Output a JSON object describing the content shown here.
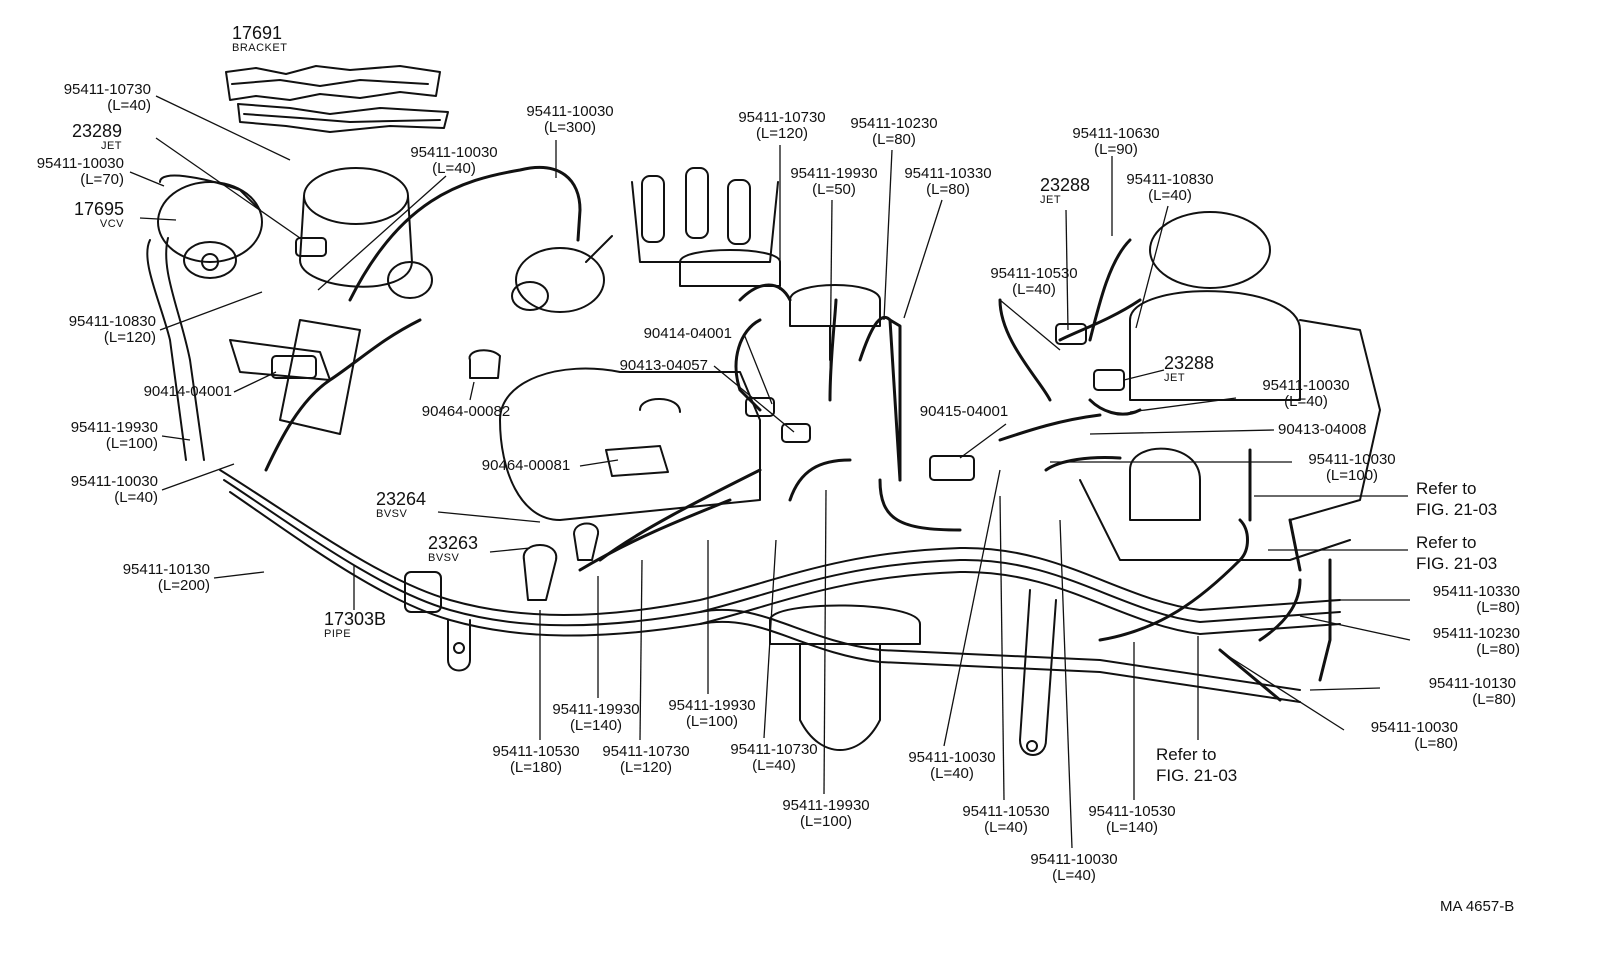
{
  "drawing_code": "MA 4657-B",
  "labels": [
    {
      "id": "l01",
      "part": "17691",
      "note": "BRACKET"
    },
    {
      "id": "l02",
      "part": "95411-10730",
      "note": "(L=40)"
    },
    {
      "id": "l03",
      "part": "23289",
      "note": "JET"
    },
    {
      "id": "l04",
      "part": "95411-10030",
      "note": "(L=70)"
    },
    {
      "id": "l05",
      "part": "17695",
      "note": "VCV"
    },
    {
      "id": "l06",
      "part": "95411-10830",
      "note": "(L=120)"
    },
    {
      "id": "l07",
      "part": "90414-04001",
      "note": ""
    },
    {
      "id": "l08",
      "part": "95411-19930",
      "note": "(L=100)"
    },
    {
      "id": "l09",
      "part": "95411-10030",
      "note": "(L=40)"
    },
    {
      "id": "l10",
      "part": "95411-10130",
      "note": "(L=200)"
    },
    {
      "id": "l11",
      "part": "17303B",
      "note": "PIPE"
    },
    {
      "id": "l12",
      "part": "95411-10030",
      "note": "(L=40)"
    },
    {
      "id": "l13",
      "part": "95411-10030",
      "note": "(L=300)"
    },
    {
      "id": "l14",
      "part": "90464-00082",
      "note": ""
    },
    {
      "id": "l15",
      "part": "90464-00081",
      "note": ""
    },
    {
      "id": "l16",
      "part": "23264",
      "note": "BVSV"
    },
    {
      "id": "l17",
      "part": "23263",
      "note": "BVSV"
    },
    {
      "id": "l18",
      "part": "95411-10730",
      "note": "(L=120)"
    },
    {
      "id": "l19",
      "part": "95411-10230",
      "note": "(L=80)"
    },
    {
      "id": "l20",
      "part": "95411-19930",
      "note": "(L=50)"
    },
    {
      "id": "l21",
      "part": "95411-10330",
      "note": "(L=80)"
    },
    {
      "id": "l22",
      "part": "90414-04001",
      "note": ""
    },
    {
      "id": "l23",
      "part": "90413-04057",
      "note": ""
    },
    {
      "id": "l24",
      "part": "95411-10630",
      "note": "(L=90)"
    },
    {
      "id": "l25",
      "part": "23288",
      "note": "JET"
    },
    {
      "id": "l26",
      "part": "95411-10830",
      "note": "(L=40)"
    },
    {
      "id": "l27",
      "part": "95411-10530",
      "note": "(L=40)"
    },
    {
      "id": "l28",
      "part": "23288",
      "note": "JET"
    },
    {
      "id": "l29",
      "part": "95411-10030",
      "note": "(L=40)"
    },
    {
      "id": "l30",
      "part": "90415-04001",
      "note": ""
    },
    {
      "id": "l31",
      "part": "90413-04008",
      "note": ""
    },
    {
      "id": "l32",
      "part": "95411-10030",
      "note": "(L=100)"
    },
    {
      "id": "l33",
      "part": "Refer to",
      "note": "FIG. 21-03"
    },
    {
      "id": "l34",
      "part": "Refer to",
      "note": "FIG. 21-03"
    },
    {
      "id": "l35",
      "part": "95411-10330",
      "note": "(L=80)"
    },
    {
      "id": "l36",
      "part": "95411-10230",
      "note": "(L=80)"
    },
    {
      "id": "l37",
      "part": "95411-10130",
      "note": "(L=80)"
    },
    {
      "id": "l38",
      "part": "95411-10030",
      "note": "(L=80)"
    },
    {
      "id": "l39",
      "part": "Refer to",
      "note": "FIG. 21-03"
    },
    {
      "id": "l40",
      "part": "95411-10530",
      "note": "(L=140)"
    },
    {
      "id": "l41",
      "part": "95411-10030",
      "note": "(L=40)"
    },
    {
      "id": "l42",
      "part": "95411-10530",
      "note": "(L=40)"
    },
    {
      "id": "l43",
      "part": "95411-10030",
      "note": "(L=40)"
    },
    {
      "id": "l44",
      "part": "95411-19930",
      "note": "(L=100)"
    },
    {
      "id": "l45",
      "part": "95411-10730",
      "note": "(L=40)"
    },
    {
      "id": "l46",
      "part": "95411-10730",
      "note": "(L=120)"
    },
    {
      "id": "l47",
      "part": "95411-19930",
      "note": "(L=100)"
    },
    {
      "id": "l48",
      "part": "95411-19930",
      "note": "(L=140)"
    },
    {
      "id": "l49",
      "part": "95411-10530",
      "note": "(L=180)"
    }
  ]
}
